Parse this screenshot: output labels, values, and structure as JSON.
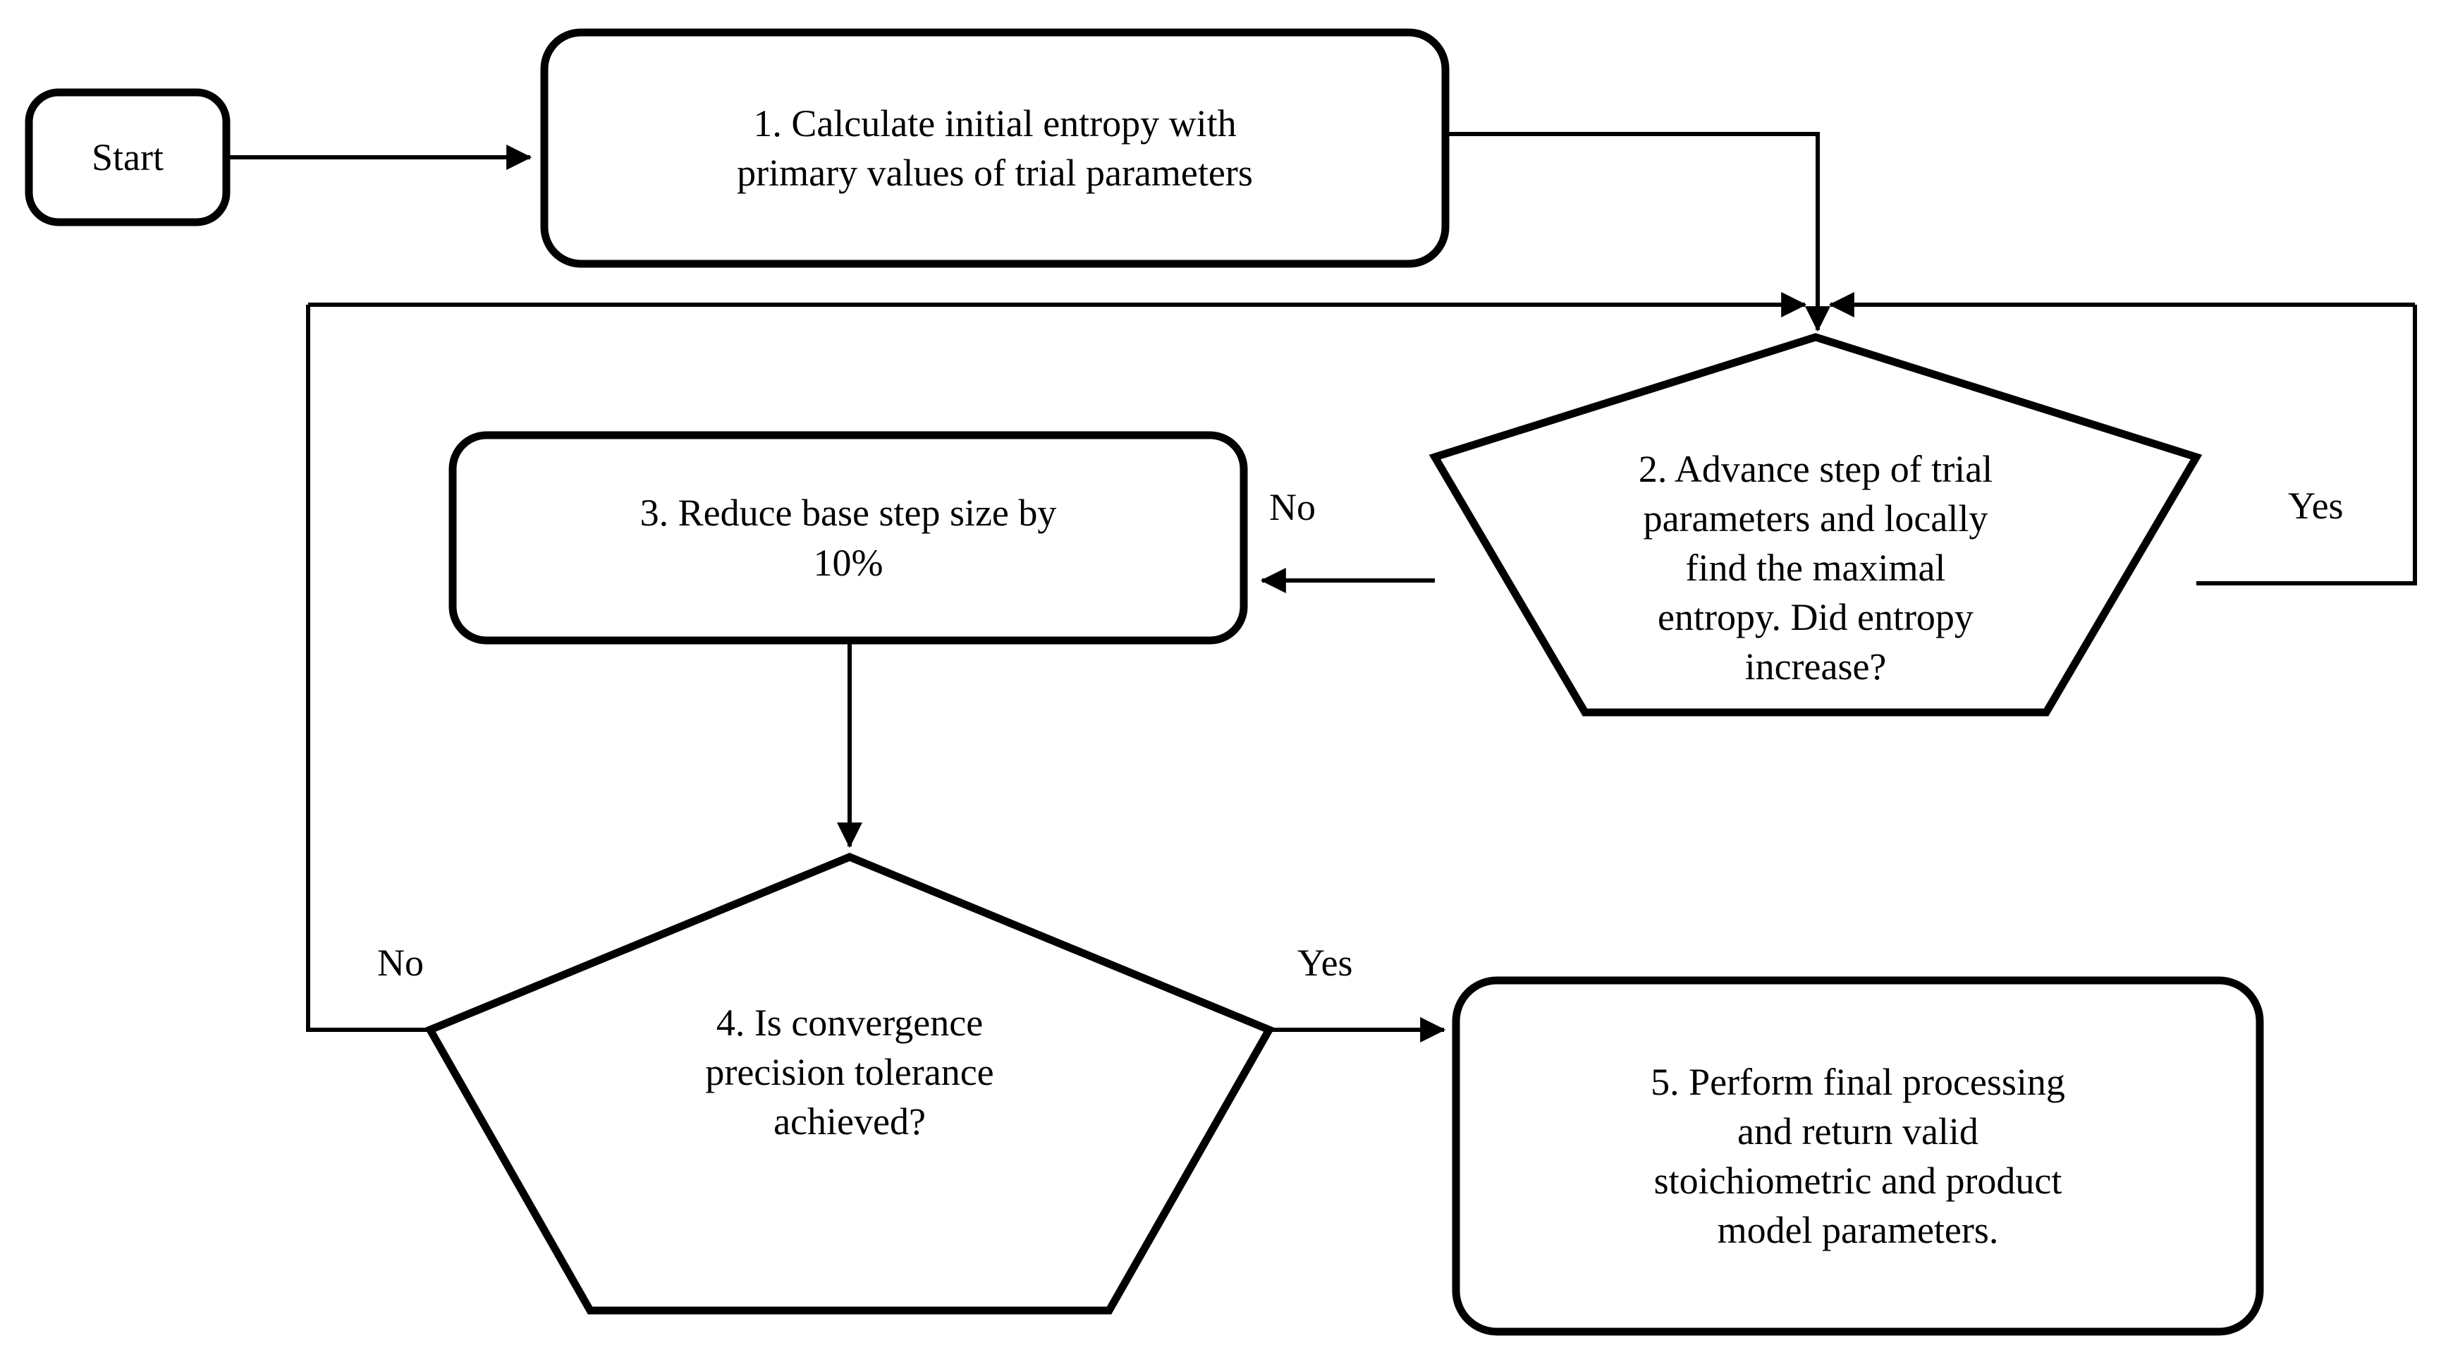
{
  "diagram": {
    "title": "Entropy maximization parameter-fitting flowchart",
    "background_color": "#ffffff",
    "stroke_color": "#000000",
    "text_color": "#000000",
    "nodes": {
      "start": {
        "label": "Start",
        "shape": "rounded-rectangle"
      },
      "step1": {
        "label": "1. Calculate initial entropy with\nprimary values of trial parameters",
        "shape": "rounded-rectangle"
      },
      "step2": {
        "label": "2. Advance step of trial\nparameters and locally\nfind the maximal\nentropy. Did entropy\nincrease?",
        "shape": "pentagon"
      },
      "step3": {
        "label": "3. Reduce base step size by\n10%",
        "shape": "rounded-rectangle"
      },
      "step4": {
        "label": "4. Is convergence\nprecision tolerance\nachieved?",
        "shape": "pentagon"
      },
      "step5": {
        "label": "5. Perform final processing\nand return valid\nstoichiometric and product\nmodel parameters.",
        "shape": "rounded-rectangle"
      }
    },
    "edge_labels": {
      "step2_no": "No",
      "step2_yes": "Yes",
      "step4_no": "No",
      "step4_yes": "Yes"
    }
  }
}
